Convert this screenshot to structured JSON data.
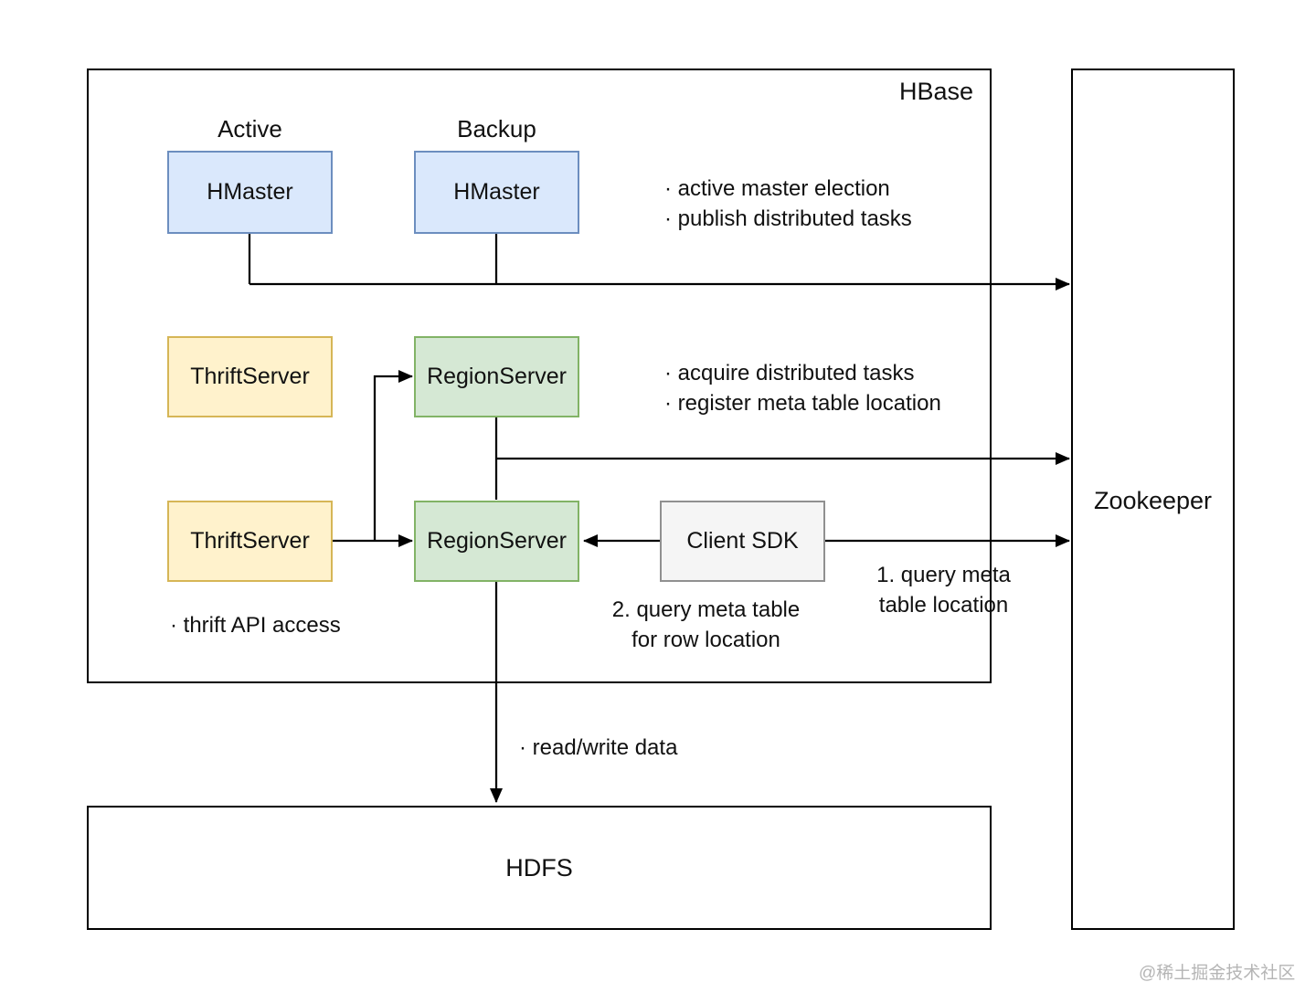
{
  "diagram": {
    "containers": {
      "hbase": {
        "label": "HBase"
      },
      "zookeeper": {
        "label": "Zookeeper"
      },
      "hdfs": {
        "label": "HDFS"
      }
    },
    "nodes": {
      "active_caption": "Active",
      "backup_caption": "Backup",
      "hmaster_active": "HMaster",
      "hmaster_backup": "HMaster",
      "thriftserver_1": "ThriftServer",
      "thriftserver_2": "ThriftServer",
      "regionserver_1": "RegionServer",
      "regionserver_2": "RegionServer",
      "client_sdk": "Client SDK"
    },
    "annotations": {
      "master_bullets": [
        "· active master election",
        "· publish distributed tasks"
      ],
      "region_bullets": [
        "· acquire distributed tasks",
        "· register meta table location"
      ],
      "query_meta_1": [
        "1. query meta",
        "table location"
      ],
      "query_meta_2": [
        "2. query meta table",
        "for row location"
      ],
      "thrift_api": "· thrift API access",
      "read_write": "· read/write data"
    },
    "watermark": "@稀土掘金技术社区"
  },
  "colors": {
    "blue_fill": "#dae8fc",
    "blue_border": "#6c8ebf",
    "yellow_fill": "#fff2cc",
    "yellow_border": "#d6b656",
    "green_fill": "#d5e8d4",
    "green_border": "#82b366",
    "gray_fill": "#f5f5f5",
    "gray_border": "#909090",
    "line": "#000000",
    "text": "#111111",
    "watermark": "#b5b5b5"
  }
}
